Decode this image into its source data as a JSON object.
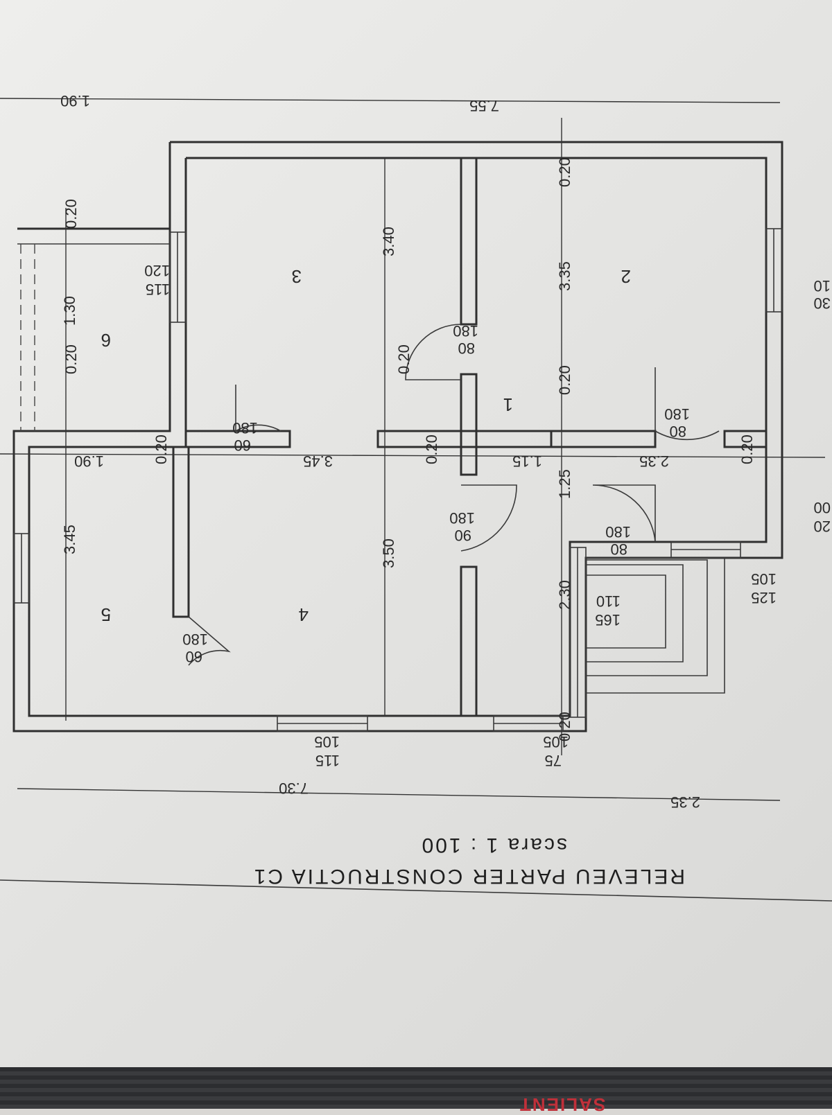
{
  "title": "RELEVEU PARTER CONSTRUCTIA C1",
  "scale": "scara 1 : 100",
  "rooms": [
    "1",
    "2",
    "3",
    "4",
    "5",
    "6"
  ],
  "dimensions": {
    "overall_top": "7.55",
    "overall_bottom": "7.30",
    "bottom_left": "2.35",
    "top_right": "1.90",
    "mid_h_345": "3.45",
    "mid_h_235": "2.35",
    "mid_h_115": "1.15",
    "mid_h_190": "1.90",
    "v_020_top": "0.20",
    "v_335": "3.35",
    "v_020_mid2": "0.20",
    "v_125": "1.25",
    "v_230": "2.30",
    "v_020_bottom": "0.20",
    "v_340": "3.40",
    "v_020_mid3": "0.20",
    "v_350": "3.50",
    "v_020_r6a": "0.20",
    "v_130": "1.30",
    "v_020_r6b": "0.20",
    "v_345": "3.45",
    "w_020_a": "0.20",
    "w_020_b": "0.20",
    "w_020_c": "0.20"
  },
  "openings": {
    "d2_w": "80",
    "d2_h": "180",
    "d3_w": "80",
    "d3_h": "180",
    "d1_w": "80",
    "d1_h": "180",
    "d4_w": "90",
    "d4_h": "180",
    "d3b_w": "60",
    "d3b_h": "180",
    "d5_w": "60",
    "d5_h": "180",
    "w1_a": "165",
    "w1_b": "110",
    "wR_a": "125",
    "wR_b": "105",
    "wB1_a": "75",
    "wB1_b": "105",
    "wB4_a": "115",
    "wB4_b": "105",
    "w6_a": "115",
    "w6_b": "120",
    "edge_a": "20",
    "edge_b": "00",
    "edge_c": "30",
    "edge_d": "10"
  }
}
